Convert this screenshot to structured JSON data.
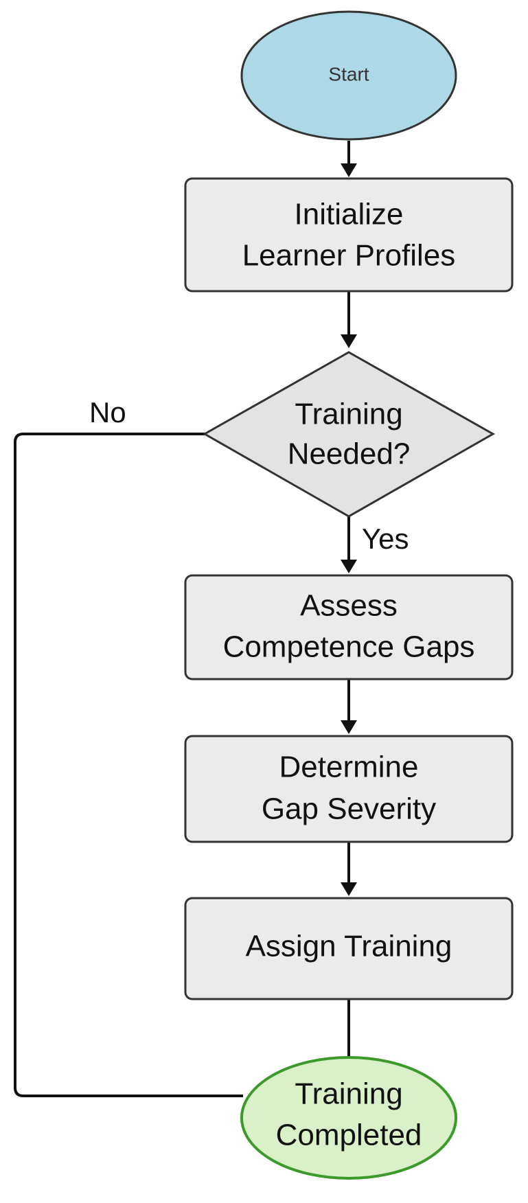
{
  "colors": {
    "start_fill": "#add8e6",
    "process_fill": "#ebebeb",
    "decision_fill": "#e3e3e3",
    "end_fill": "#d9f0c9",
    "end_stroke": "#3a9a2a",
    "line": "#111111"
  },
  "nodes": {
    "start": {
      "label": "Start"
    },
    "initialize": {
      "line1": "Initialize",
      "line2": "Learner Profiles"
    },
    "decision": {
      "line1": "Training",
      "line2": "Needed?"
    },
    "assess": {
      "line1": "Assess",
      "line2": "Competence Gaps"
    },
    "determine": {
      "line1": "Determine",
      "line2": "Gap Severity"
    },
    "assign": {
      "label": "Assign Training"
    },
    "end": {
      "line1": "Training",
      "line2": "Completed"
    }
  },
  "edges": {
    "no_label": "No",
    "yes_label": "Yes"
  }
}
